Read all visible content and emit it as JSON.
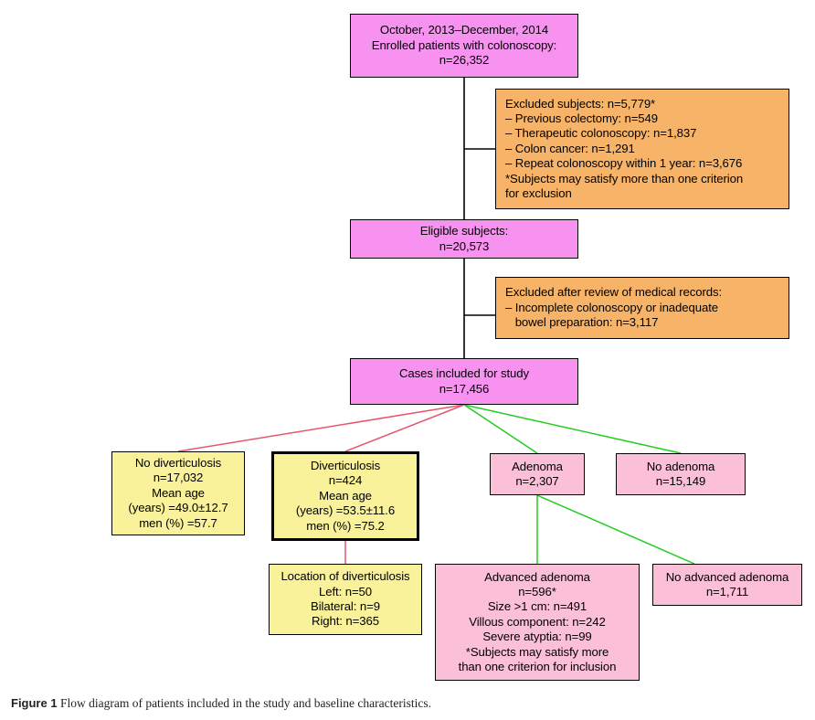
{
  "figure": {
    "label": "Figure 1",
    "caption": "Flow diagram of patients included in the study and baseline characteristics."
  },
  "colors": {
    "magenta": "#f792f0",
    "orange": "#f7b469",
    "yellow": "#f9f29b",
    "pink": "#fbc0d7",
    "connector_red": "#e8556f",
    "connector_green": "#22cc22",
    "connector_black": "#000000",
    "border": "#000000"
  },
  "nodes": {
    "enrolled": {
      "lines": [
        "October, 2013–December, 2014",
        "Enrolled patients with colonoscopy:",
        "n=26,352"
      ]
    },
    "excluded_subjects": {
      "lines": [
        "Excluded subjects: n=5,779*",
        "– Previous colectomy: n=549",
        "– Therapeutic colonoscopy: n=1,837",
        "– Colon cancer: n=1,291",
        "– Repeat colonoscopy within 1 year: n=3,676",
        "*Subjects may satisfy more than one criterion",
        "for exclusion"
      ]
    },
    "eligible": {
      "lines": [
        "Eligible subjects:",
        "n=20,573"
      ]
    },
    "excluded_review": {
      "lines": [
        "Excluded after review of medical records:",
        "– Incomplete colonoscopy or inadequate",
        "   bowel preparation: n=3,117"
      ]
    },
    "cases_included": {
      "lines": [
        "Cases included for study",
        "n=17,456"
      ]
    },
    "no_diverticulosis": {
      "lines": [
        "No diverticulosis",
        "n=17,032",
        "Mean age",
        "(years) =49.0±12.7",
        "men (%) =57.7"
      ]
    },
    "diverticulosis": {
      "lines": [
        "Diverticulosis",
        "n=424",
        "Mean age",
        "(years) =53.5±11.6",
        "men (%) =75.2"
      ]
    },
    "adenoma": {
      "lines": [
        "Adenoma",
        "n=2,307"
      ]
    },
    "no_adenoma": {
      "lines": [
        "No adenoma",
        "n=15,149"
      ]
    },
    "location_diverticulosis": {
      "lines": [
        "Location of diverticulosis",
        "Left: n=50",
        "Bilateral: n=9",
        "Right: n=365"
      ]
    },
    "advanced_adenoma": {
      "lines": [
        "Advanced adenoma",
        "n=596*",
        "Size >1 cm: n=491",
        "Villous component: n=242",
        "Severe atyptia: n=99",
        "*Subjects may satisfy more",
        "than one criterion for inclusion"
      ]
    },
    "no_advanced_adenoma": {
      "lines": [
        "No advanced adenoma",
        "n=1,711"
      ]
    }
  }
}
